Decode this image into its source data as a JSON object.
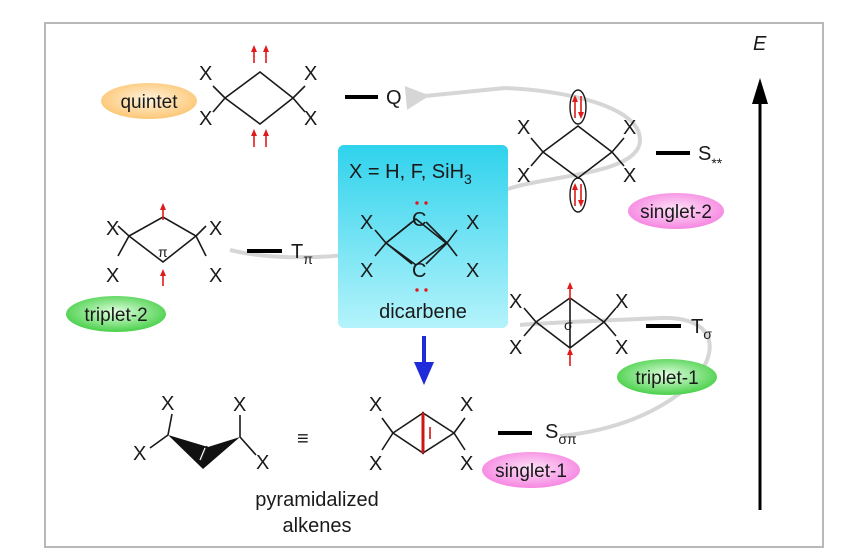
{
  "energy_axis": {
    "label": "E"
  },
  "substituent_box": {
    "formula_prefix": "X = H, F, SiH",
    "formula_subscript": "3",
    "central_atom": "C",
    "caption": "dicarbene",
    "bg_top": "#2fd2ec",
    "bg_bottom": "#b4f3fb"
  },
  "atoms": {
    "x": "X",
    "pi": "π",
    "sigma": "σ"
  },
  "states": {
    "quintet": {
      "pill": "quintet",
      "level": "Q",
      "level_sub": "",
      "color": "#fcc36c"
    },
    "singlet2": {
      "pill": "singlet-2",
      "level": "S",
      "level_sub": "**",
      "color": "#f67ee0"
    },
    "triplet2": {
      "pill": "triplet-2",
      "level": "T",
      "level_sub": "π",
      "color": "#3ccc3c"
    },
    "triplet1": {
      "pill": "triplet-1",
      "level": "T",
      "level_sub": "σ",
      "color": "#3ccc3c"
    },
    "singlet1": {
      "pill": "singlet-1",
      "level": "S",
      "level_sub": "σπ",
      "color": "#f67ee0"
    }
  },
  "equivalence_sign": "≡",
  "pyramidalized": {
    "line1": "pyramidalized",
    "line2": "alkenes"
  },
  "colors": {
    "electron_arrow": "#e01a1a",
    "reaction_arrow": "#1f2bd8",
    "curve": "#d6d6d6",
    "frame": "#b8b8b8"
  }
}
